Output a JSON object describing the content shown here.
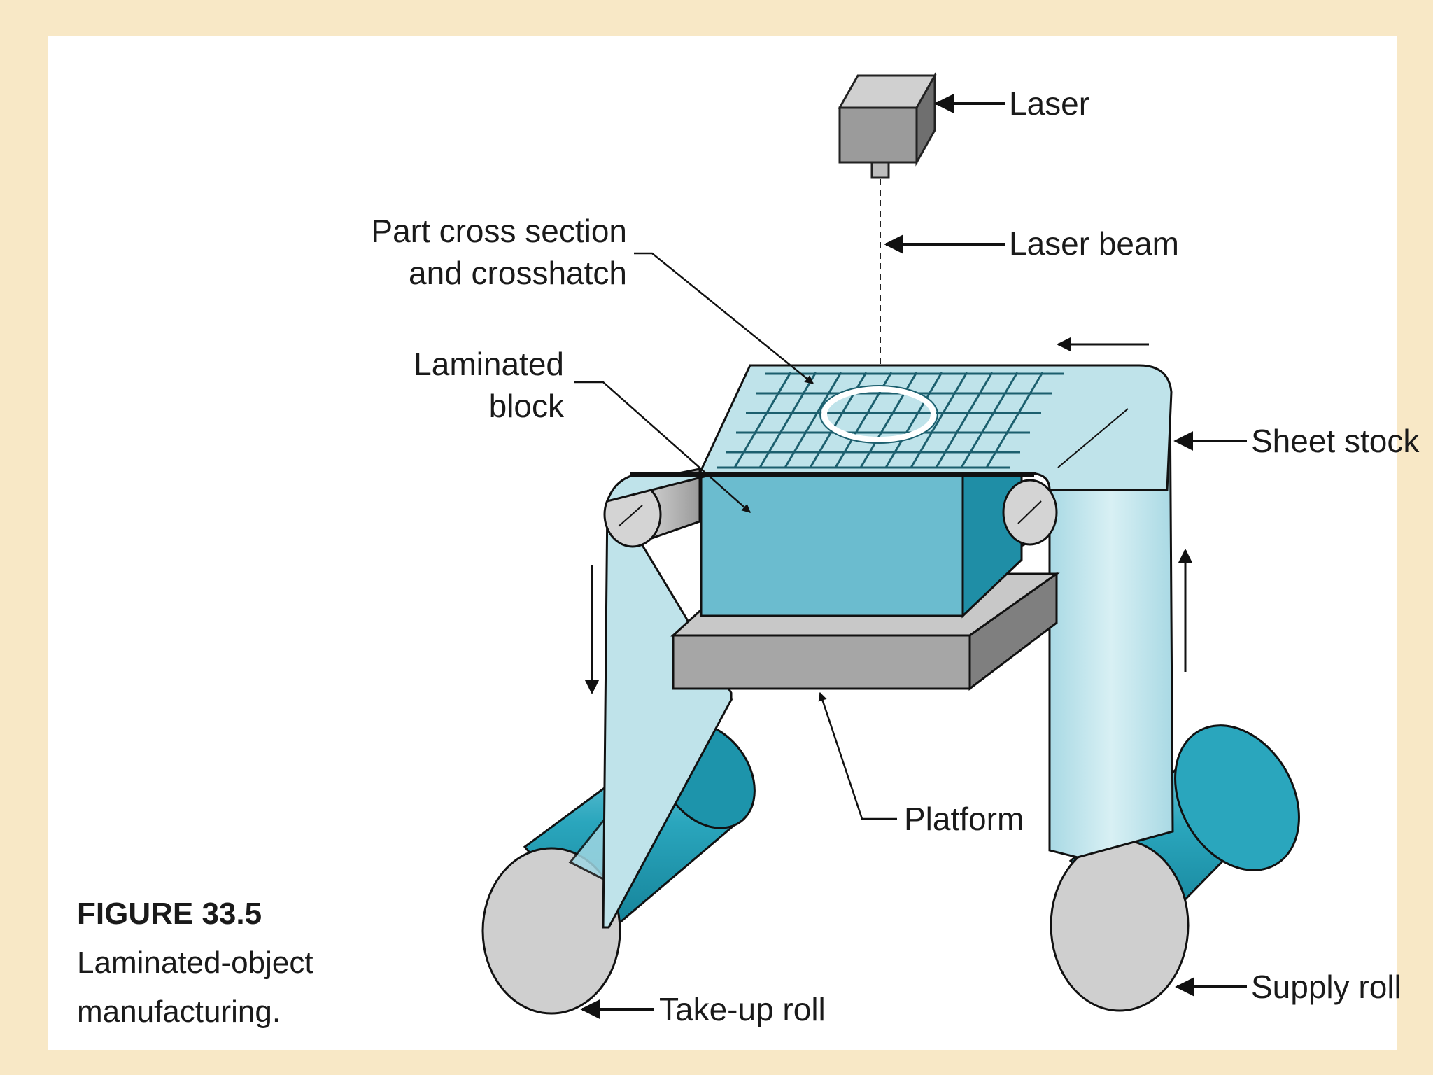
{
  "figure": {
    "caption_number": "FIGURE 33.5",
    "caption_line1": "Laminated-object",
    "caption_line2": "manufacturing."
  },
  "labels": {
    "laser": "Laser",
    "laser_beam": "Laser beam",
    "part_cross_section_line1": "Part cross section",
    "part_cross_section_line2": "and crosshatch",
    "laminated_block_line1": "Laminated",
    "laminated_block_line2": "block",
    "sheet_stock": "Sheet stock",
    "platform": "Platform",
    "take_up_roll": "Take-up roll",
    "supply_roll": "Supply roll"
  },
  "colors": {
    "background": "#f8e8c6",
    "panel": "#ffffff",
    "sheet": "#bfe3ea",
    "block": "#6bbccf",
    "block_side": "#1f8ea6",
    "platform": "#a6a6a6",
    "roll_end": "#cfcfcf",
    "roll_body": "#2aa6bd"
  }
}
